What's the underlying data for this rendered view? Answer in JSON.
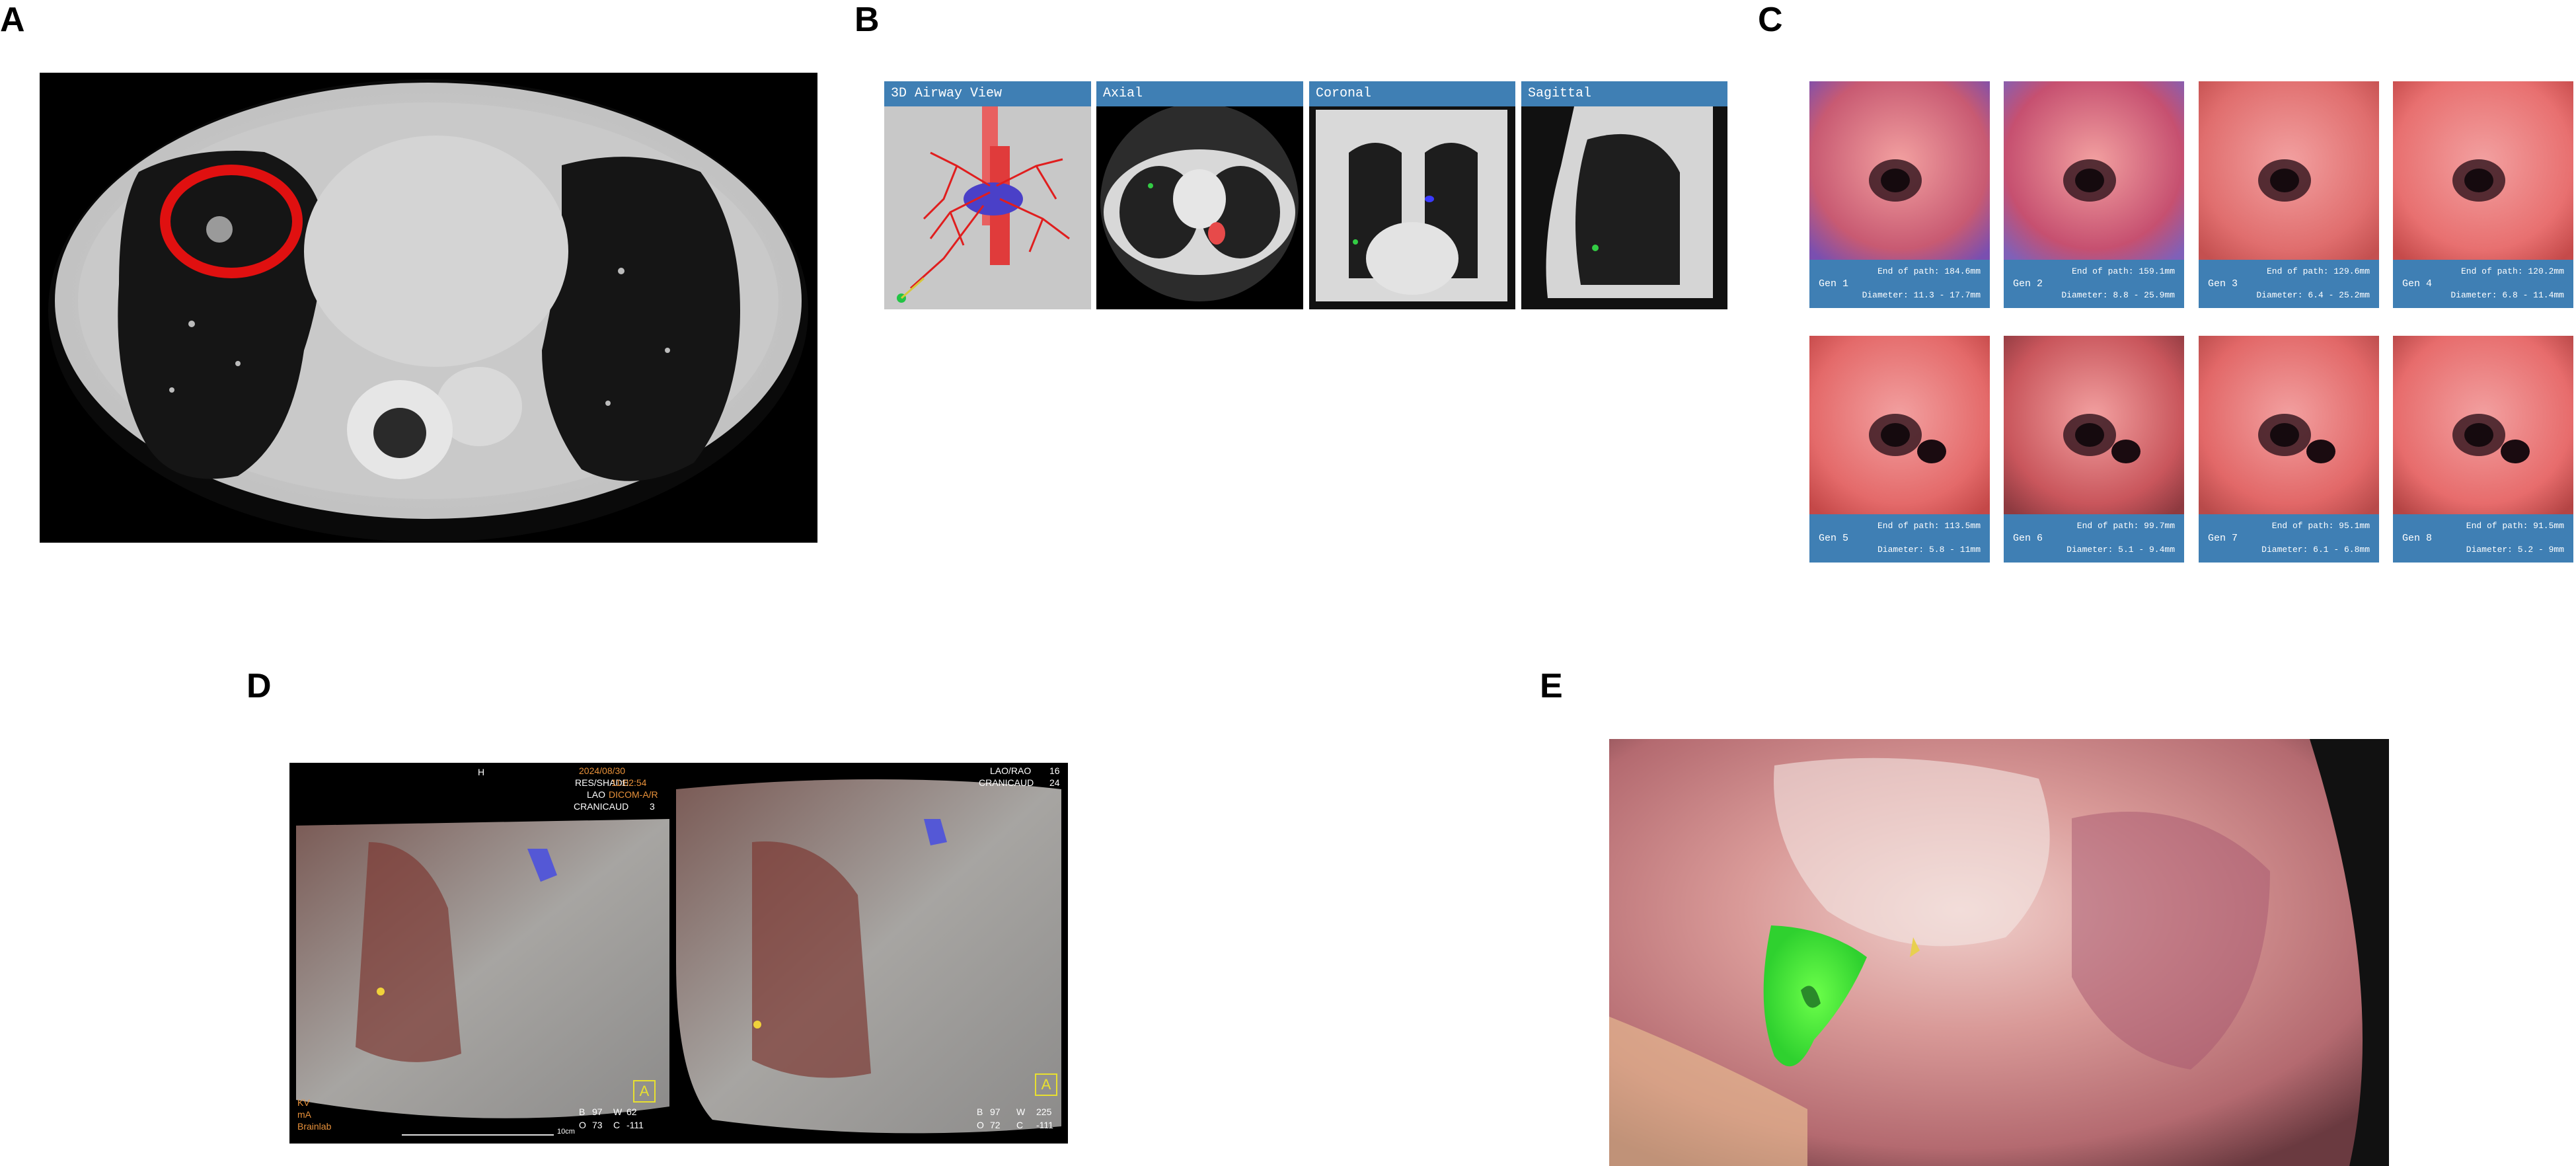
{
  "panel_labels": {
    "a": "A",
    "b": "B",
    "c": "C",
    "d": "D",
    "e": "E"
  },
  "panel_b": {
    "views": [
      "3D Airway View",
      "Axial",
      "Coronal",
      "Sagittal"
    ]
  },
  "panel_c": {
    "tiles": [
      {
        "gen": "Gen 1",
        "end": "End of path: 184.6mm",
        "dia": "Diameter: 11.3 - 17.7mm"
      },
      {
        "gen": "Gen 2",
        "end": "End of path: 159.1mm",
        "dia": "Diameter: 8.8 - 25.9mm"
      },
      {
        "gen": "Gen 3",
        "end": "End of path: 129.6mm",
        "dia": "Diameter: 6.4 - 25.2mm"
      },
      {
        "gen": "Gen 4",
        "end": "End of path: 120.2mm",
        "dia": "Diameter: 6.8 - 11.4mm"
      },
      {
        "gen": "Gen 5",
        "end": "End of path: 113.5mm",
        "dia": "Diameter: 5.8 - 11mm"
      },
      {
        "gen": "Gen 6",
        "end": "End of path: 99.7mm",
        "dia": "Diameter: 5.1 - 9.4mm"
      },
      {
        "gen": "Gen 7",
        "end": "End of path: 95.1mm",
        "dia": "Diameter: 6.1 - 6.8mm"
      },
      {
        "gen": "Gen 8",
        "end": "End of path: 91.5mm",
        "dia": "Diameter: 5.2 - 9mm"
      }
    ]
  },
  "panel_d": {
    "left": {
      "h": "H",
      "date": "2024/08/30",
      "time": "11:02:54",
      "mode": "RES/SHADE",
      "dicom": "DICOM-A/R",
      "lao": "LAO",
      "cranicaud": "CRANICAUD",
      "cranicaud_val": "3",
      "b": "B",
      "b_val": "97",
      "w": "W",
      "w_val": "62",
      "o": "O",
      "o_val": "73",
      "c": "C",
      "c_val": "-111",
      "kv": "KV",
      "ma": "mA",
      "brand": "Brainlab",
      "scale": "10cm",
      "badge": "A"
    },
    "right": {
      "laorao": "LAO/RAO",
      "laorao_val": "16",
      "cranicaud": "CRANICAUD",
      "cranicaud_val": "24",
      "b": "B",
      "b_val": "97",
      "w": "W",
      "w_val": "225",
      "o": "O",
      "o_val": "72",
      "c": "C",
      "c_val": "-111",
      "badge": "A"
    }
  },
  "colors": {
    "header_blue": "#3f7fb4",
    "highlight_red": "#e01010",
    "fluorescence_green": "#3cf23c",
    "overlay_orange": "#e8913a"
  }
}
